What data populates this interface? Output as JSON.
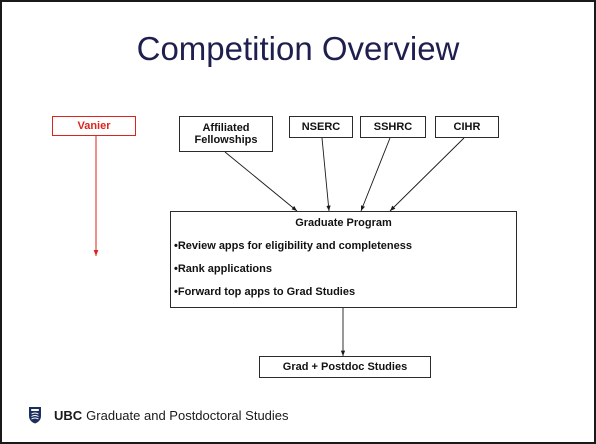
{
  "title": "Competition Overview",
  "sources": {
    "vanier": "Vanier",
    "affiliated_line1": "Affiliated",
    "affiliated_line2": "Fellowships",
    "nserc": "NSERC",
    "sshrc": "SSHRC",
    "cihr": "CIHR"
  },
  "graduate_program": {
    "title": "Graduate Program",
    "items": [
      "•Review apps for eligibility and completeness",
      "•Rank applications",
      "•Forward top apps to Grad Studies"
    ]
  },
  "destination": "Grad + Postdoc Studies",
  "footer": {
    "org": "UBC",
    "unit": "Graduate and Postdoctoral Studies"
  },
  "colors": {
    "title": "#1f1f4f",
    "vanier": "#d9251d",
    "border": "#2b2b2b",
    "crest": "#1b2f5f"
  }
}
